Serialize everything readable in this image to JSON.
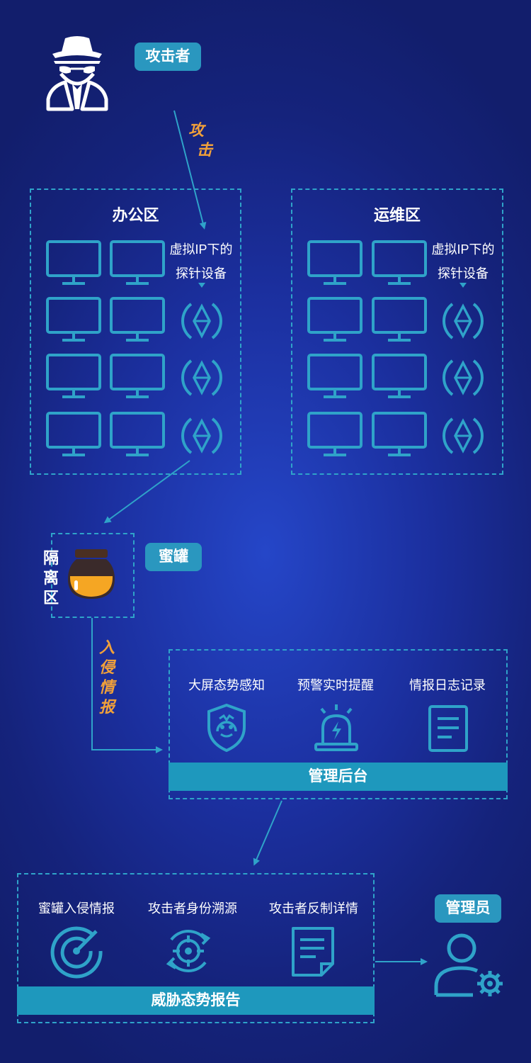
{
  "attacker": {
    "tag": "攻击者",
    "arrow_label_1": "攻",
    "arrow_label_2": "击"
  },
  "office": {
    "title": "办公区",
    "probe_label_line1": "虚拟IP下的",
    "probe_label_line2": "探针设备"
  },
  "ops": {
    "title": "运维区",
    "probe_label_line1": "虚拟IP下的",
    "probe_label_line2": "探针设备"
  },
  "isolation": {
    "label_1": "隔",
    "label_2": "离",
    "label_3": "区",
    "honeypot_tag": "蜜罐"
  },
  "intrusion": {
    "label_1": "入",
    "label_2": "侵",
    "label_3": "情",
    "label_4": "报"
  },
  "backend": {
    "features": [
      "大屏态势感知",
      "预警实时提醒",
      "情报日志记录"
    ],
    "bar_label": "管理后台"
  },
  "report": {
    "features": [
      "蜜罐入侵情报",
      "攻击者身份溯源",
      "攻击者反制详情"
    ],
    "bar_label": "威胁态势报告"
  },
  "admin": {
    "tag": "管理员"
  },
  "colors": {
    "accent": "#2fa3c9",
    "orange": "#f0a03a",
    "background": "#1b2f9e",
    "honey": "#f5a623"
  }
}
